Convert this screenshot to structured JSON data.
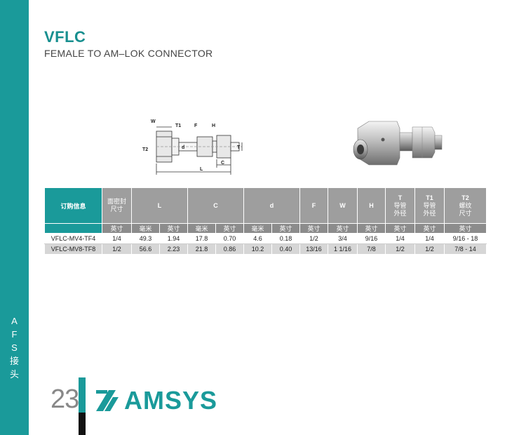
{
  "header": {
    "title": "VFLC",
    "subtitle": "FEMALE TO AM–LOK CONNECTOR"
  },
  "sidebar": {
    "label_chars": [
      "A",
      "F",
      "S",
      "接",
      "头"
    ]
  },
  "drawing": {
    "labels": {
      "w": "W",
      "t1": "T1",
      "f": "F",
      "h": "H",
      "t2": "T2",
      "d": "d",
      "t": "T",
      "c": "C",
      "l": "L"
    }
  },
  "table": {
    "headers": {
      "order": "订购信息",
      "seal_size": [
        "面密封",
        "尺寸"
      ],
      "L": "L",
      "C": "C",
      "d": "d",
      "F": "F",
      "W": "W",
      "H": "H",
      "T": [
        "T",
        "导管",
        "外径"
      ],
      "T1": [
        "T1",
        "导管",
        "外径"
      ],
      "T2": [
        "T2",
        "螺纹",
        "尺寸"
      ]
    },
    "units": [
      "英寸",
      "毫米",
      "英寸",
      "毫米",
      "英寸",
      "毫米",
      "英寸",
      "英寸",
      "英寸",
      "英寸",
      "英寸",
      "英寸",
      "英寸"
    ],
    "rows": [
      [
        "VFLC-MV4-TF4",
        "1/4",
        "49.3",
        "1.94",
        "17.8",
        "0.70",
        "4.6",
        "0.18",
        "1/2",
        "3/4",
        "9/16",
        "1/4",
        "1/4",
        "9/16 - 18"
      ],
      [
        "VFLC-MV8-TF8",
        "1/2",
        "56.6",
        "2.23",
        "21.8",
        "0.86",
        "10.2",
        "0.40",
        "13/16",
        "1 1/16",
        "7/8",
        "1/2",
        "1/2",
        "7/8 - 14"
      ]
    ]
  },
  "footer": {
    "page_number": "23",
    "brand": "AMSYS"
  },
  "colors": {
    "accent": "#1a9a9a",
    "header_gray": "#9e9e9e"
  }
}
